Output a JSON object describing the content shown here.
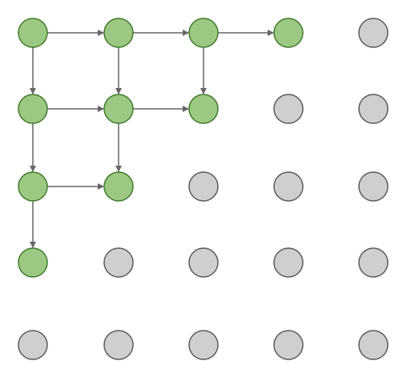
{
  "diagram": {
    "colors": {
      "background": "#ffffff",
      "active_fill": "#9dc883",
      "active_stroke": "#3f7a2a",
      "inactive_fill": "#cfcfcf",
      "inactive_stroke": "#5a5a5a",
      "edge": "#666666"
    },
    "grid": {
      "rows": 5,
      "cols": 5
    },
    "nodes": [
      {
        "row": 0,
        "col": 0,
        "state": "active"
      },
      {
        "row": 0,
        "col": 1,
        "state": "active"
      },
      {
        "row": 0,
        "col": 2,
        "state": "active"
      },
      {
        "row": 0,
        "col": 3,
        "state": "active"
      },
      {
        "row": 0,
        "col": 4,
        "state": "inactive"
      },
      {
        "row": 1,
        "col": 0,
        "state": "active"
      },
      {
        "row": 1,
        "col": 1,
        "state": "active"
      },
      {
        "row": 1,
        "col": 2,
        "state": "active"
      },
      {
        "row": 1,
        "col": 3,
        "state": "inactive"
      },
      {
        "row": 1,
        "col": 4,
        "state": "inactive"
      },
      {
        "row": 2,
        "col": 0,
        "state": "active"
      },
      {
        "row": 2,
        "col": 1,
        "state": "active"
      },
      {
        "row": 2,
        "col": 2,
        "state": "inactive"
      },
      {
        "row": 2,
        "col": 3,
        "state": "inactive"
      },
      {
        "row": 2,
        "col": 4,
        "state": "inactive"
      },
      {
        "row": 3,
        "col": 0,
        "state": "active"
      },
      {
        "row": 3,
        "col": 1,
        "state": "inactive"
      },
      {
        "row": 3,
        "col": 2,
        "state": "inactive"
      },
      {
        "row": 3,
        "col": 3,
        "state": "inactive"
      },
      {
        "row": 3,
        "col": 4,
        "state": "inactive"
      },
      {
        "row": 4,
        "col": 0,
        "state": "inactive"
      },
      {
        "row": 4,
        "col": 1,
        "state": "inactive"
      },
      {
        "row": 4,
        "col": 2,
        "state": "inactive"
      },
      {
        "row": 4,
        "col": 3,
        "state": "inactive"
      },
      {
        "row": 4,
        "col": 4,
        "state": "inactive"
      }
    ],
    "edges": [
      {
        "from": [
          0,
          0
        ],
        "to": [
          0,
          1
        ]
      },
      {
        "from": [
          0,
          1
        ],
        "to": [
          0,
          2
        ]
      },
      {
        "from": [
          0,
          2
        ],
        "to": [
          0,
          3
        ]
      },
      {
        "from": [
          0,
          0
        ],
        "to": [
          1,
          0
        ]
      },
      {
        "from": [
          0,
          1
        ],
        "to": [
          1,
          1
        ]
      },
      {
        "from": [
          0,
          2
        ],
        "to": [
          1,
          2
        ]
      },
      {
        "from": [
          1,
          0
        ],
        "to": [
          1,
          1
        ]
      },
      {
        "from": [
          1,
          1
        ],
        "to": [
          1,
          2
        ]
      },
      {
        "from": [
          1,
          0
        ],
        "to": [
          2,
          0
        ]
      },
      {
        "from": [
          1,
          1
        ],
        "to": [
          2,
          1
        ]
      },
      {
        "from": [
          2,
          0
        ],
        "to": [
          2,
          1
        ]
      },
      {
        "from": [
          2,
          0
        ],
        "to": [
          3,
          0
        ]
      }
    ]
  }
}
